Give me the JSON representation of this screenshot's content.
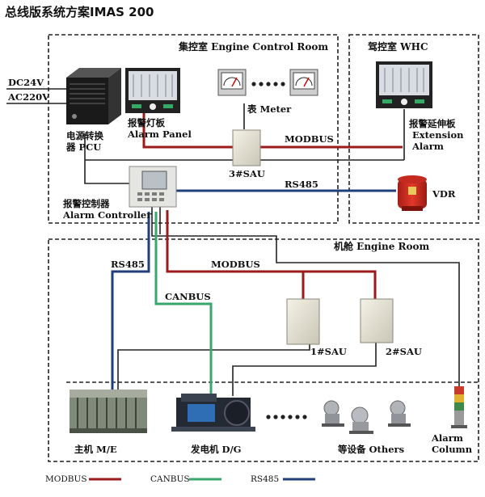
{
  "title": "总线版系统方案IMAS  200",
  "colors": {
    "modbus": "#9b1b1b",
    "canbus": "#3aa56d",
    "rs485": "#1f3f7a",
    "wire": "#222222"
  },
  "regions": {
    "ecr": "集控室  Engine Control Room",
    "whc": "驾控室  WHC",
    "er": "机舱  Engine Room"
  },
  "power": {
    "dc": "DC24V",
    "ac": "AC220V"
  },
  "devices": {
    "pcu_l1": "电源转换",
    "pcu_l2": "器  PCU",
    "panel_l1": "报警灯板",
    "panel_l2": "Alarm Panel",
    "meter": "表  Meter",
    "sau3": "3#SAU",
    "ext_l1": "报警延伸板",
    "ext_l2": "Extension",
    "ext_l3": "Alarm",
    "vdr": "VDR",
    "ac_l1": "报警控制器",
    "ac_l2": "Alarm Controller",
    "sau1": "1#SAU",
    "sau2": "2#SAU",
    "me": "主机  M/E",
    "dg": "发电机  D/G",
    "others": "等设备  Others",
    "col_l1": "Alarm",
    "col_l2": "Column"
  },
  "bus_labels": {
    "modbus_top": "MODBUS",
    "rs485_mid": "RS485",
    "modbus_er": "MODBUS",
    "rs485_left": "RS485",
    "canbus": "CANBUS"
  },
  "legend": [
    {
      "label": "MODBUS",
      "color": "#9b1b1b"
    },
    {
      "label": "CANBUS",
      "color": "#3aa56d"
    },
    {
      "label": "RS485",
      "color": "#1f3f7a"
    }
  ]
}
